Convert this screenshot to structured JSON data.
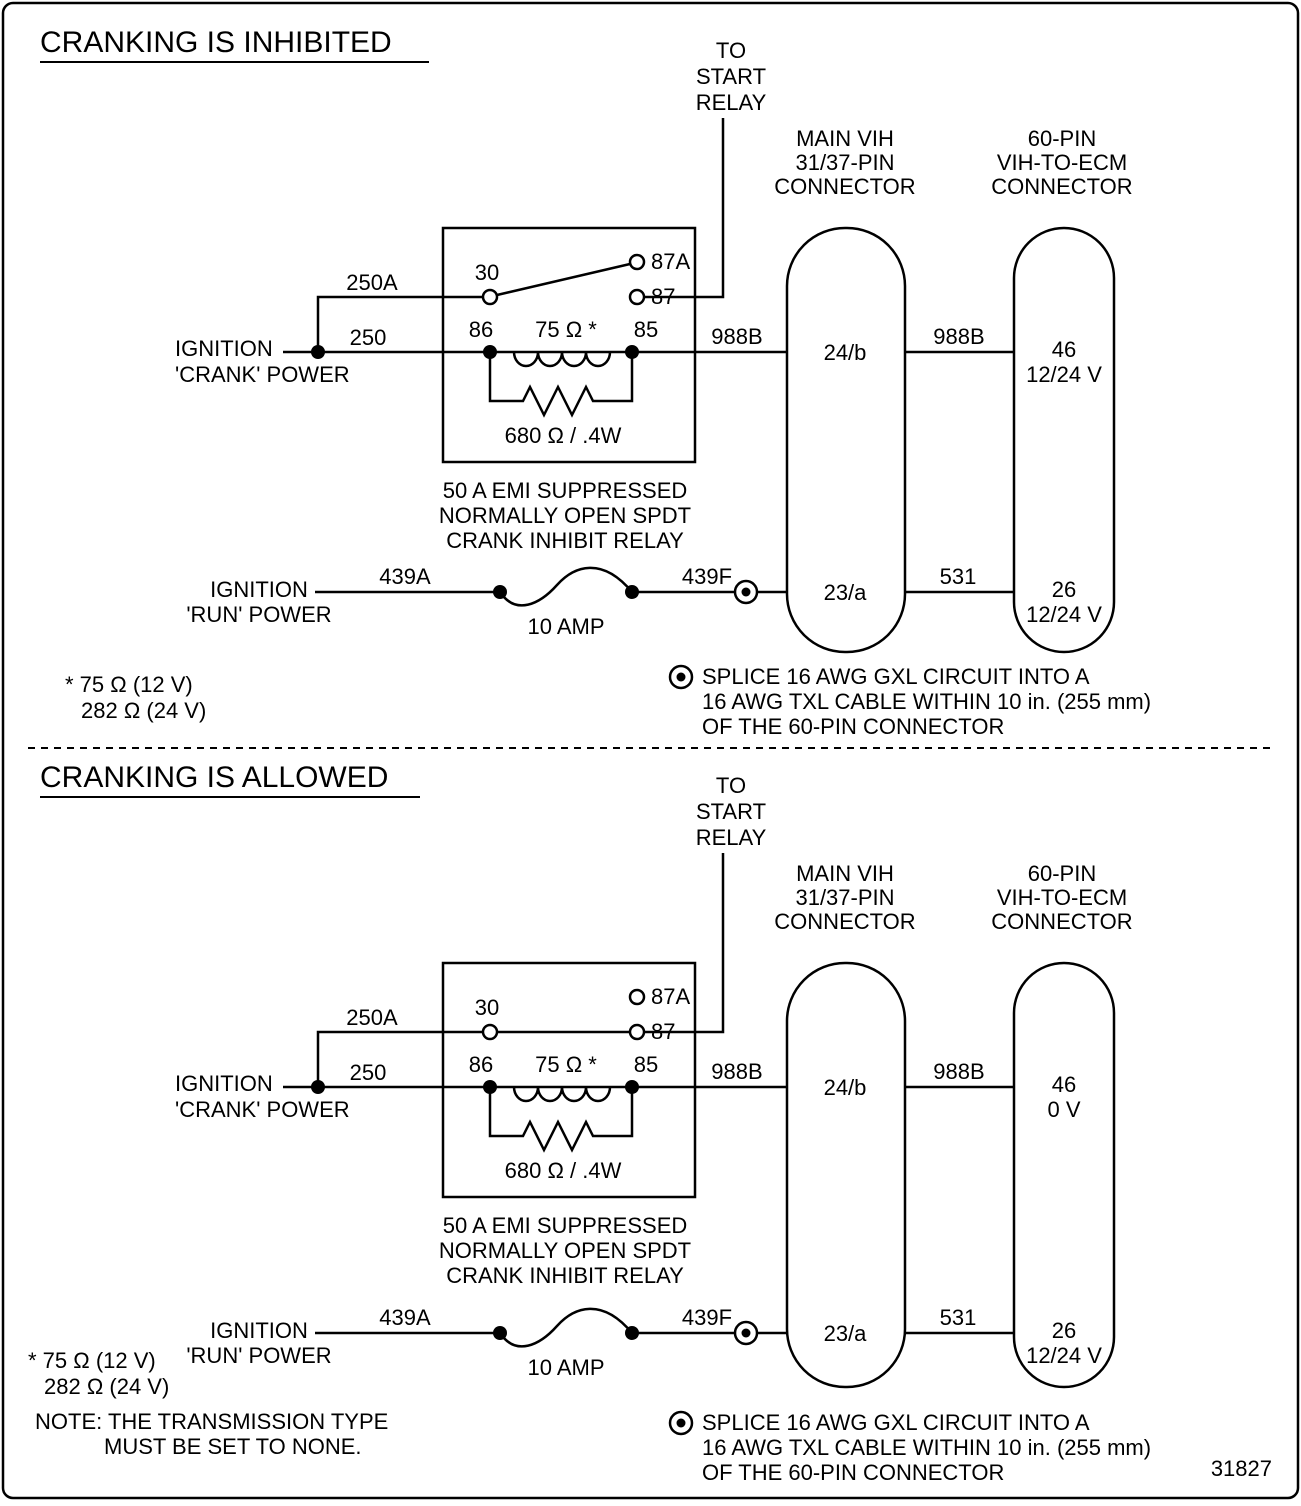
{
  "drawing_number": "31827",
  "colors": {
    "line": "#000000",
    "background": "#ffffff"
  },
  "sections": [
    {
      "title": "CRANKING IS INHIBITED",
      "to_start_relay": [
        "TO",
        "START",
        "RELAY"
      ],
      "main_vih_connector": [
        "MAIN VIH",
        "31/37-PIN",
        "CONNECTOR"
      ],
      "ecm_connector": [
        "60-PIN",
        "VIH-TO-ECM",
        "CONNECTOR"
      ],
      "relay": {
        "terminal_30": "30",
        "terminal_87a": "87A",
        "terminal_87": "87",
        "terminal_86": "86",
        "terminal_85": "85",
        "coil_value": "75 Ω *",
        "resistor_value": "680 Ω / .4W",
        "caption": [
          "50 A EMI SUPPRESSED",
          "NORMALLY OPEN SPDT",
          "CRANK INHIBIT RELAY"
        ]
      },
      "ignition_crank": {
        "label": [
          "IGNITION",
          "'CRANK' POWER"
        ],
        "wire_250a": "250A",
        "wire_250": "250"
      },
      "ignition_run": {
        "label": [
          "IGNITION",
          "'RUN' POWER"
        ],
        "wire_439a": "439A",
        "fuse_rating": "10 AMP",
        "wire_439f": "439F"
      },
      "crank_row": {
        "wire_in": "988B",
        "main_pin": "24/b",
        "wire_out": "988B",
        "ecm_pin": "46",
        "ecm_voltage": "12/24 V"
      },
      "run_row": {
        "main_pin": "23/a",
        "wire_out": "531",
        "ecm_pin": "26",
        "ecm_voltage": "12/24 V"
      },
      "footnote": [
        "* 75 Ω (12 V)",
        "282 Ω (24 V)"
      ],
      "splice_note": [
        "SPLICE 16 AWG GXL CIRCUIT INTO A",
        "16 AWG TXL CABLE WITHIN 10 in. (255 mm)",
        "OF THE 60-PIN CONNECTOR"
      ]
    },
    {
      "title": "CRANKING IS ALLOWED",
      "to_start_relay": [
        "TO",
        "START",
        "RELAY"
      ],
      "main_vih_connector": [
        "MAIN VIH",
        "31/37-PIN",
        "CONNECTOR"
      ],
      "ecm_connector": [
        "60-PIN",
        "VIH-TO-ECM",
        "CONNECTOR"
      ],
      "relay": {
        "terminal_30": "30",
        "terminal_87a": "87A",
        "terminal_87": "87",
        "terminal_86": "86",
        "terminal_85": "85",
        "coil_value": "75 Ω *",
        "resistor_value": "680 Ω / .4W",
        "caption": [
          "50 A EMI SUPPRESSED",
          "NORMALLY OPEN SPDT",
          "CRANK INHIBIT RELAY"
        ]
      },
      "ignition_crank": {
        "label": [
          "IGNITION",
          "'CRANK' POWER"
        ],
        "wire_250a": "250A",
        "wire_250": "250"
      },
      "ignition_run": {
        "label": [
          "IGNITION",
          "'RUN' POWER"
        ],
        "wire_439a": "439A",
        "fuse_rating": "10 AMP",
        "wire_439f": "439F"
      },
      "crank_row": {
        "wire_in": "988B",
        "main_pin": "24/b",
        "wire_out": "988B",
        "ecm_pin": "46",
        "ecm_voltage": "0 V"
      },
      "run_row": {
        "main_pin": "23/a",
        "wire_out": "531",
        "ecm_pin": "26",
        "ecm_voltage": "12/24 V"
      },
      "footnote": [
        "* 75 Ω (12 V)",
        "282 Ω (24 V)"
      ],
      "transmission_note": [
        "NOTE: THE TRANSMISSION TYPE",
        "MUST BE SET TO NONE."
      ],
      "splice_note": [
        "SPLICE 16 AWG GXL CIRCUIT INTO A",
        "16 AWG TXL CABLE WITHIN 10 in. (255 mm)",
        "OF THE 60-PIN CONNECTOR"
      ]
    }
  ]
}
